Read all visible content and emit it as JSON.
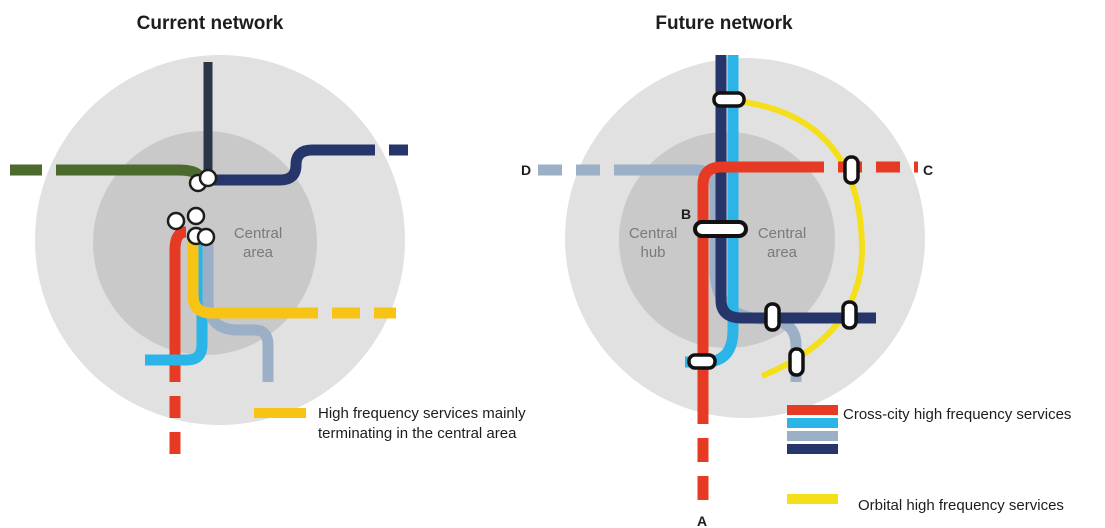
{
  "current": {
    "title": "Current network",
    "central_area": [
      "Central",
      "area"
    ]
  },
  "future": {
    "title": "Future network",
    "central_hub": [
      "Central",
      "hub"
    ],
    "central_area": [
      "Central",
      "area"
    ],
    "points": {
      "a": "A",
      "b": "B",
      "c": "C",
      "d": "D"
    }
  },
  "legend": {
    "terminating": [
      "High frequency services mainly",
      "terminating in the central area"
    ],
    "cross_city": "Cross-city high frequency services",
    "orbital": "Orbital high frequency services"
  },
  "colors": {
    "outer_ring": "#e1e1e1",
    "central_area": "#c9c9c9",
    "red": "#e63a24",
    "cyan": "#2ab4e8",
    "grey_blue": "#9bb0c6",
    "navy": "#26356a",
    "dark": "#2a3547",
    "green": "#4c6a2e",
    "yellow": "#f5df1a",
    "orange": "#f7c416"
  }
}
